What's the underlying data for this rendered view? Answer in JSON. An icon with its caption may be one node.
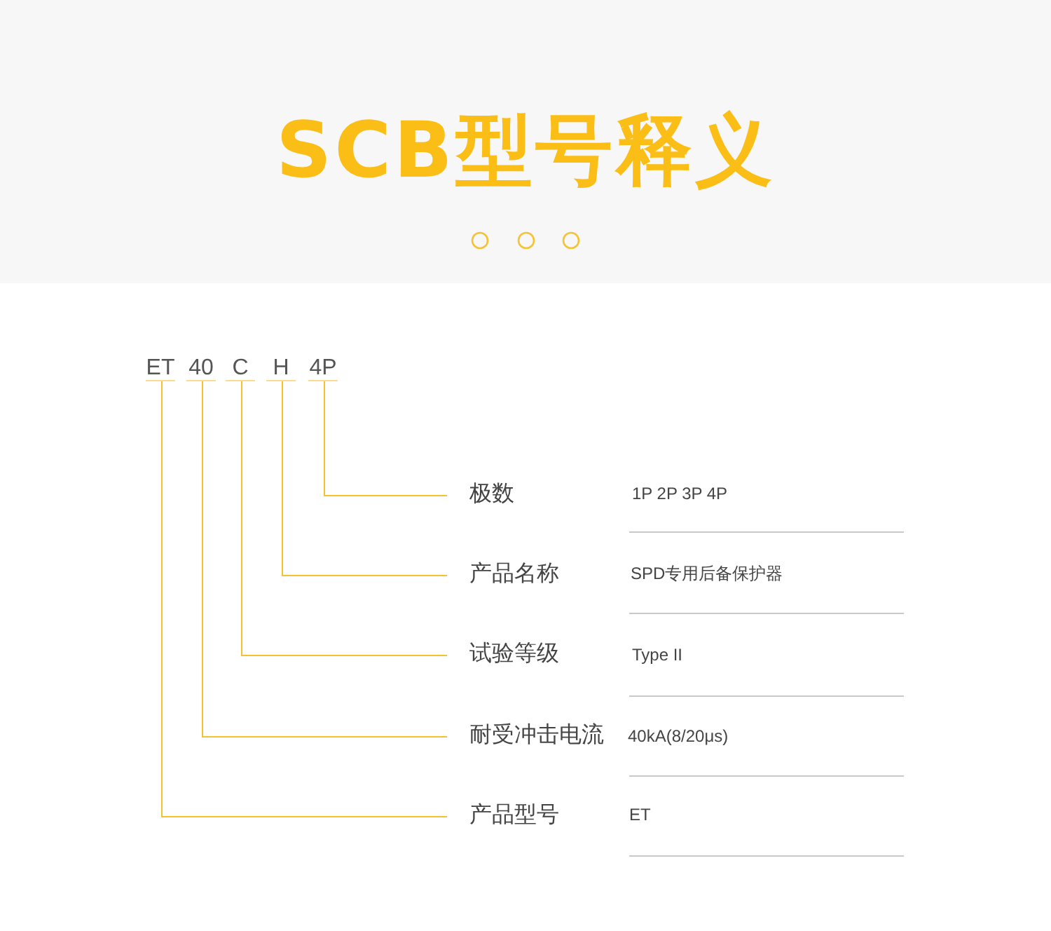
{
  "diagram": {
    "title": "SCB型号释义",
    "nodes": [
      {
        "text": [
          "ET"
        ]
      },
      {
        "text": [
          "40"
        ]
      },
      {
        "text": [
          "C"
        ]
      },
      {
        "text": [
          "H"
        ]
      },
      {
        "text": [
          "4P"
        ]
      },
      {
        "text": [
          "极数"
        ]
      },
      {
        "text": [
          "产品名称"
        ]
      },
      {
        "text": [
          "试验等级"
        ]
      },
      {
        "text": [
          "耐受冲击电流"
        ]
      },
      {
        "text": [
          "产品型号"
        ]
      }
    ],
    "edges": [
      {
        "from": 0,
        "to": 9,
        "arrow": "none"
      },
      {
        "from": 1,
        "to": 8,
        "arrow": "none"
      },
      {
        "from": 2,
        "to": 7,
        "arrow": "none"
      },
      {
        "from": 3,
        "to": 6,
        "arrow": "none"
      },
      {
        "from": 4,
        "to": 5,
        "arrow": "none"
      }
    ],
    "labels": [
      "1P 2P 3P 4P",
      "SPD专用后备保护器",
      "Type II",
      "40kA(8/20μs)",
      "ET"
    ]
  }
}
